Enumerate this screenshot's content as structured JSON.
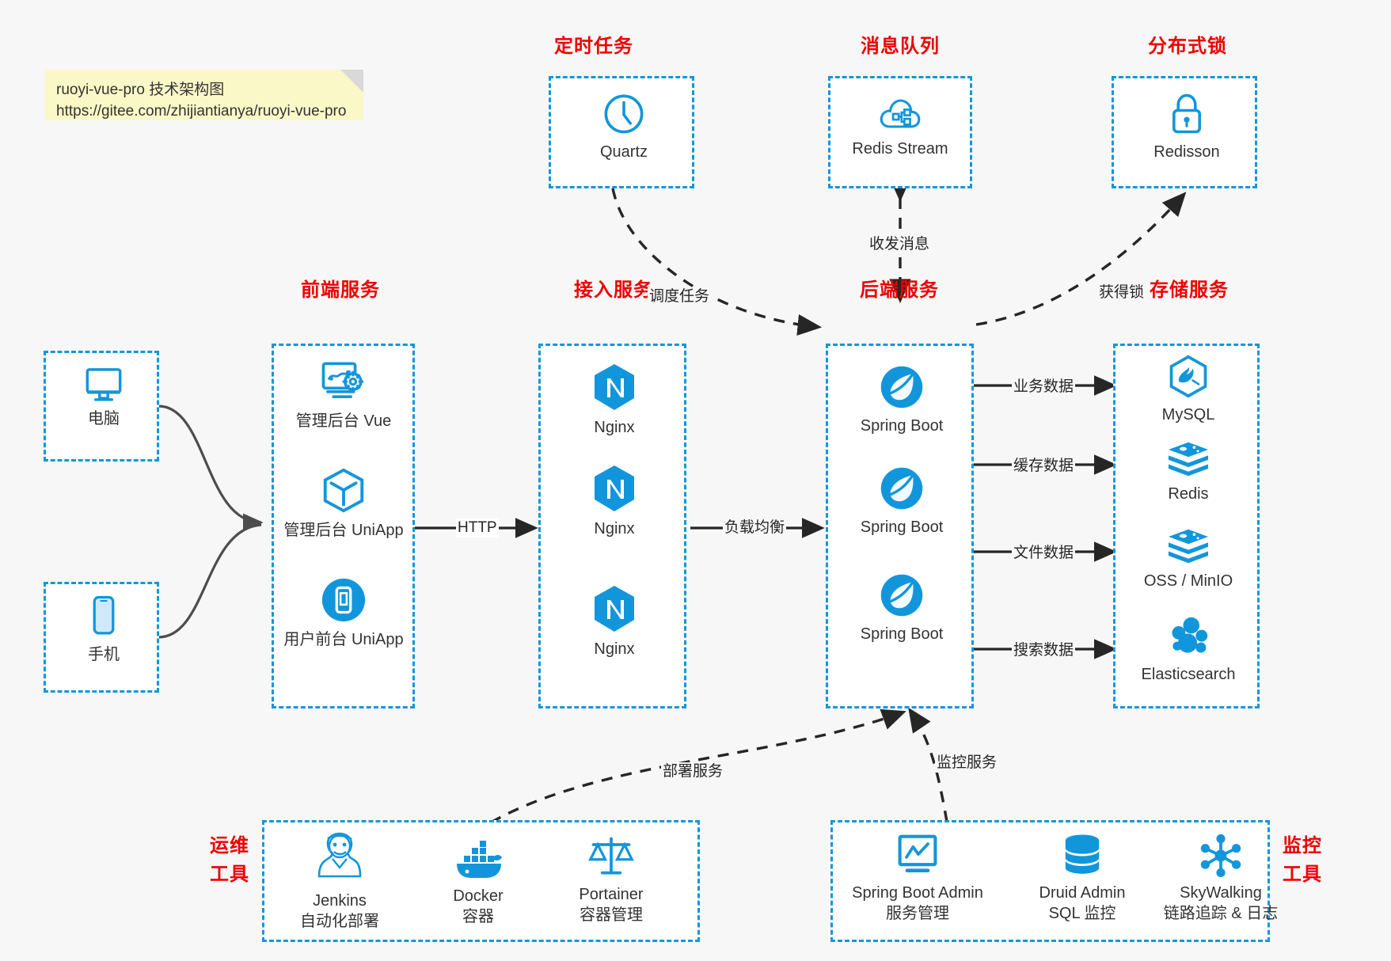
{
  "note": {
    "line1": "ruoyi-vue-pro 技术架构图",
    "line2": "https://gitee.com/zhijiantianya/ruoyi-vue-pro"
  },
  "colors": {
    "accent": "#1296db",
    "group_caption": "#ef0000",
    "background": "#f7f7f7",
    "note_background": "#fbf8c8",
    "edge": "#262626",
    "client_edge": "#4d4d4d"
  },
  "groups": {
    "scheduler": {
      "caption": "定时任务",
      "nodes": [
        {
          "label": "Quartz",
          "icon": "clock-icon"
        }
      ]
    },
    "mq": {
      "caption": "消息队列",
      "nodes": [
        {
          "label": "Redis Stream",
          "icon": "cloud-stream-icon"
        }
      ]
    },
    "lock": {
      "caption": "分布式锁",
      "nodes": [
        {
          "label": "Redisson",
          "icon": "lock-icon"
        }
      ]
    },
    "clients": {
      "nodes": [
        {
          "label": "电脑",
          "icon": "desktop-icon"
        },
        {
          "label": "手机",
          "icon": "mobile-icon"
        }
      ]
    },
    "frontend": {
      "caption": "前端服务",
      "nodes": [
        {
          "label": "管理后台 Vue",
          "icon": "dashboard-gear-icon"
        },
        {
          "label": "管理后台 UniApp",
          "icon": "cube-icon"
        },
        {
          "label": "用户前台 UniApp",
          "icon": "mobile-app-icon"
        }
      ]
    },
    "gateway": {
      "caption": "接入服务",
      "nodes": [
        {
          "label": "Nginx",
          "icon": "nginx-icon"
        },
        {
          "label": "Nginx",
          "icon": "nginx-icon"
        },
        {
          "label": "Nginx",
          "icon": "nginx-icon"
        }
      ]
    },
    "backend": {
      "caption": "后端服务",
      "nodes": [
        {
          "label": "Spring Boot",
          "icon": "spring-boot-icon"
        },
        {
          "label": "Spring Boot",
          "icon": "spring-boot-icon"
        },
        {
          "label": "Spring Boot",
          "icon": "spring-boot-icon"
        }
      ]
    },
    "storage": {
      "caption": "存储服务",
      "nodes": [
        {
          "label": "MySQL",
          "icon": "mysql-icon"
        },
        {
          "label": "Redis",
          "icon": "redis-icon"
        },
        {
          "label": "OSS / MinIO",
          "icon": "oss-icon"
        },
        {
          "label": "Elasticsearch",
          "icon": "elasticsearch-icon"
        }
      ]
    },
    "devops": {
      "caption_line1": "运维",
      "caption_line2": "工具",
      "nodes": [
        {
          "label": "Jenkins",
          "sublabel": "自动化部署",
          "icon": "jenkins-icon"
        },
        {
          "label": "Docker",
          "sublabel": "容器",
          "icon": "docker-icon"
        },
        {
          "label": "Portainer",
          "sublabel": "容器管理",
          "icon": "scales-icon"
        }
      ]
    },
    "monitor": {
      "caption_line1": "监控",
      "caption_line2": "工具",
      "nodes": [
        {
          "label": "Spring Boot Admin",
          "sublabel": "服务管理",
          "icon": "monitor-chart-icon"
        },
        {
          "label": "Druid Admin",
          "sublabel": "SQL 监控",
          "icon": "database-icon"
        },
        {
          "label": "SkyWalking",
          "sublabel": "链路追踪 & 日志",
          "icon": "skywalking-icon"
        }
      ]
    }
  },
  "edges": [
    {
      "label": "调度任务",
      "from": "scheduler",
      "to": "backend",
      "style": "dashed"
    },
    {
      "label": "收发消息",
      "from": "mq",
      "to": "backend",
      "style": "dashed-bidirectional"
    },
    {
      "label": "获得锁",
      "from": "backend",
      "to": "lock",
      "style": "dashed"
    },
    {
      "label": "HTTP",
      "from": "frontend",
      "to": "gateway",
      "style": "solid"
    },
    {
      "label": "负载均衡",
      "from": "gateway",
      "to": "backend",
      "style": "solid"
    },
    {
      "label": "业务数据",
      "from": "backend",
      "to": "mysql",
      "style": "solid"
    },
    {
      "label": "缓存数据",
      "from": "backend",
      "to": "redis",
      "style": "solid"
    },
    {
      "label": "文件数据",
      "from": "backend",
      "to": "oss",
      "style": "solid"
    },
    {
      "label": "搜索数据",
      "from": "backend",
      "to": "elasticsearch",
      "style": "solid"
    },
    {
      "label": "部署服务",
      "from": "devops",
      "to": "backend",
      "style": "dashed"
    },
    {
      "label": "监控服务",
      "from": "monitor",
      "to": "backend",
      "style": "dashed"
    }
  ]
}
